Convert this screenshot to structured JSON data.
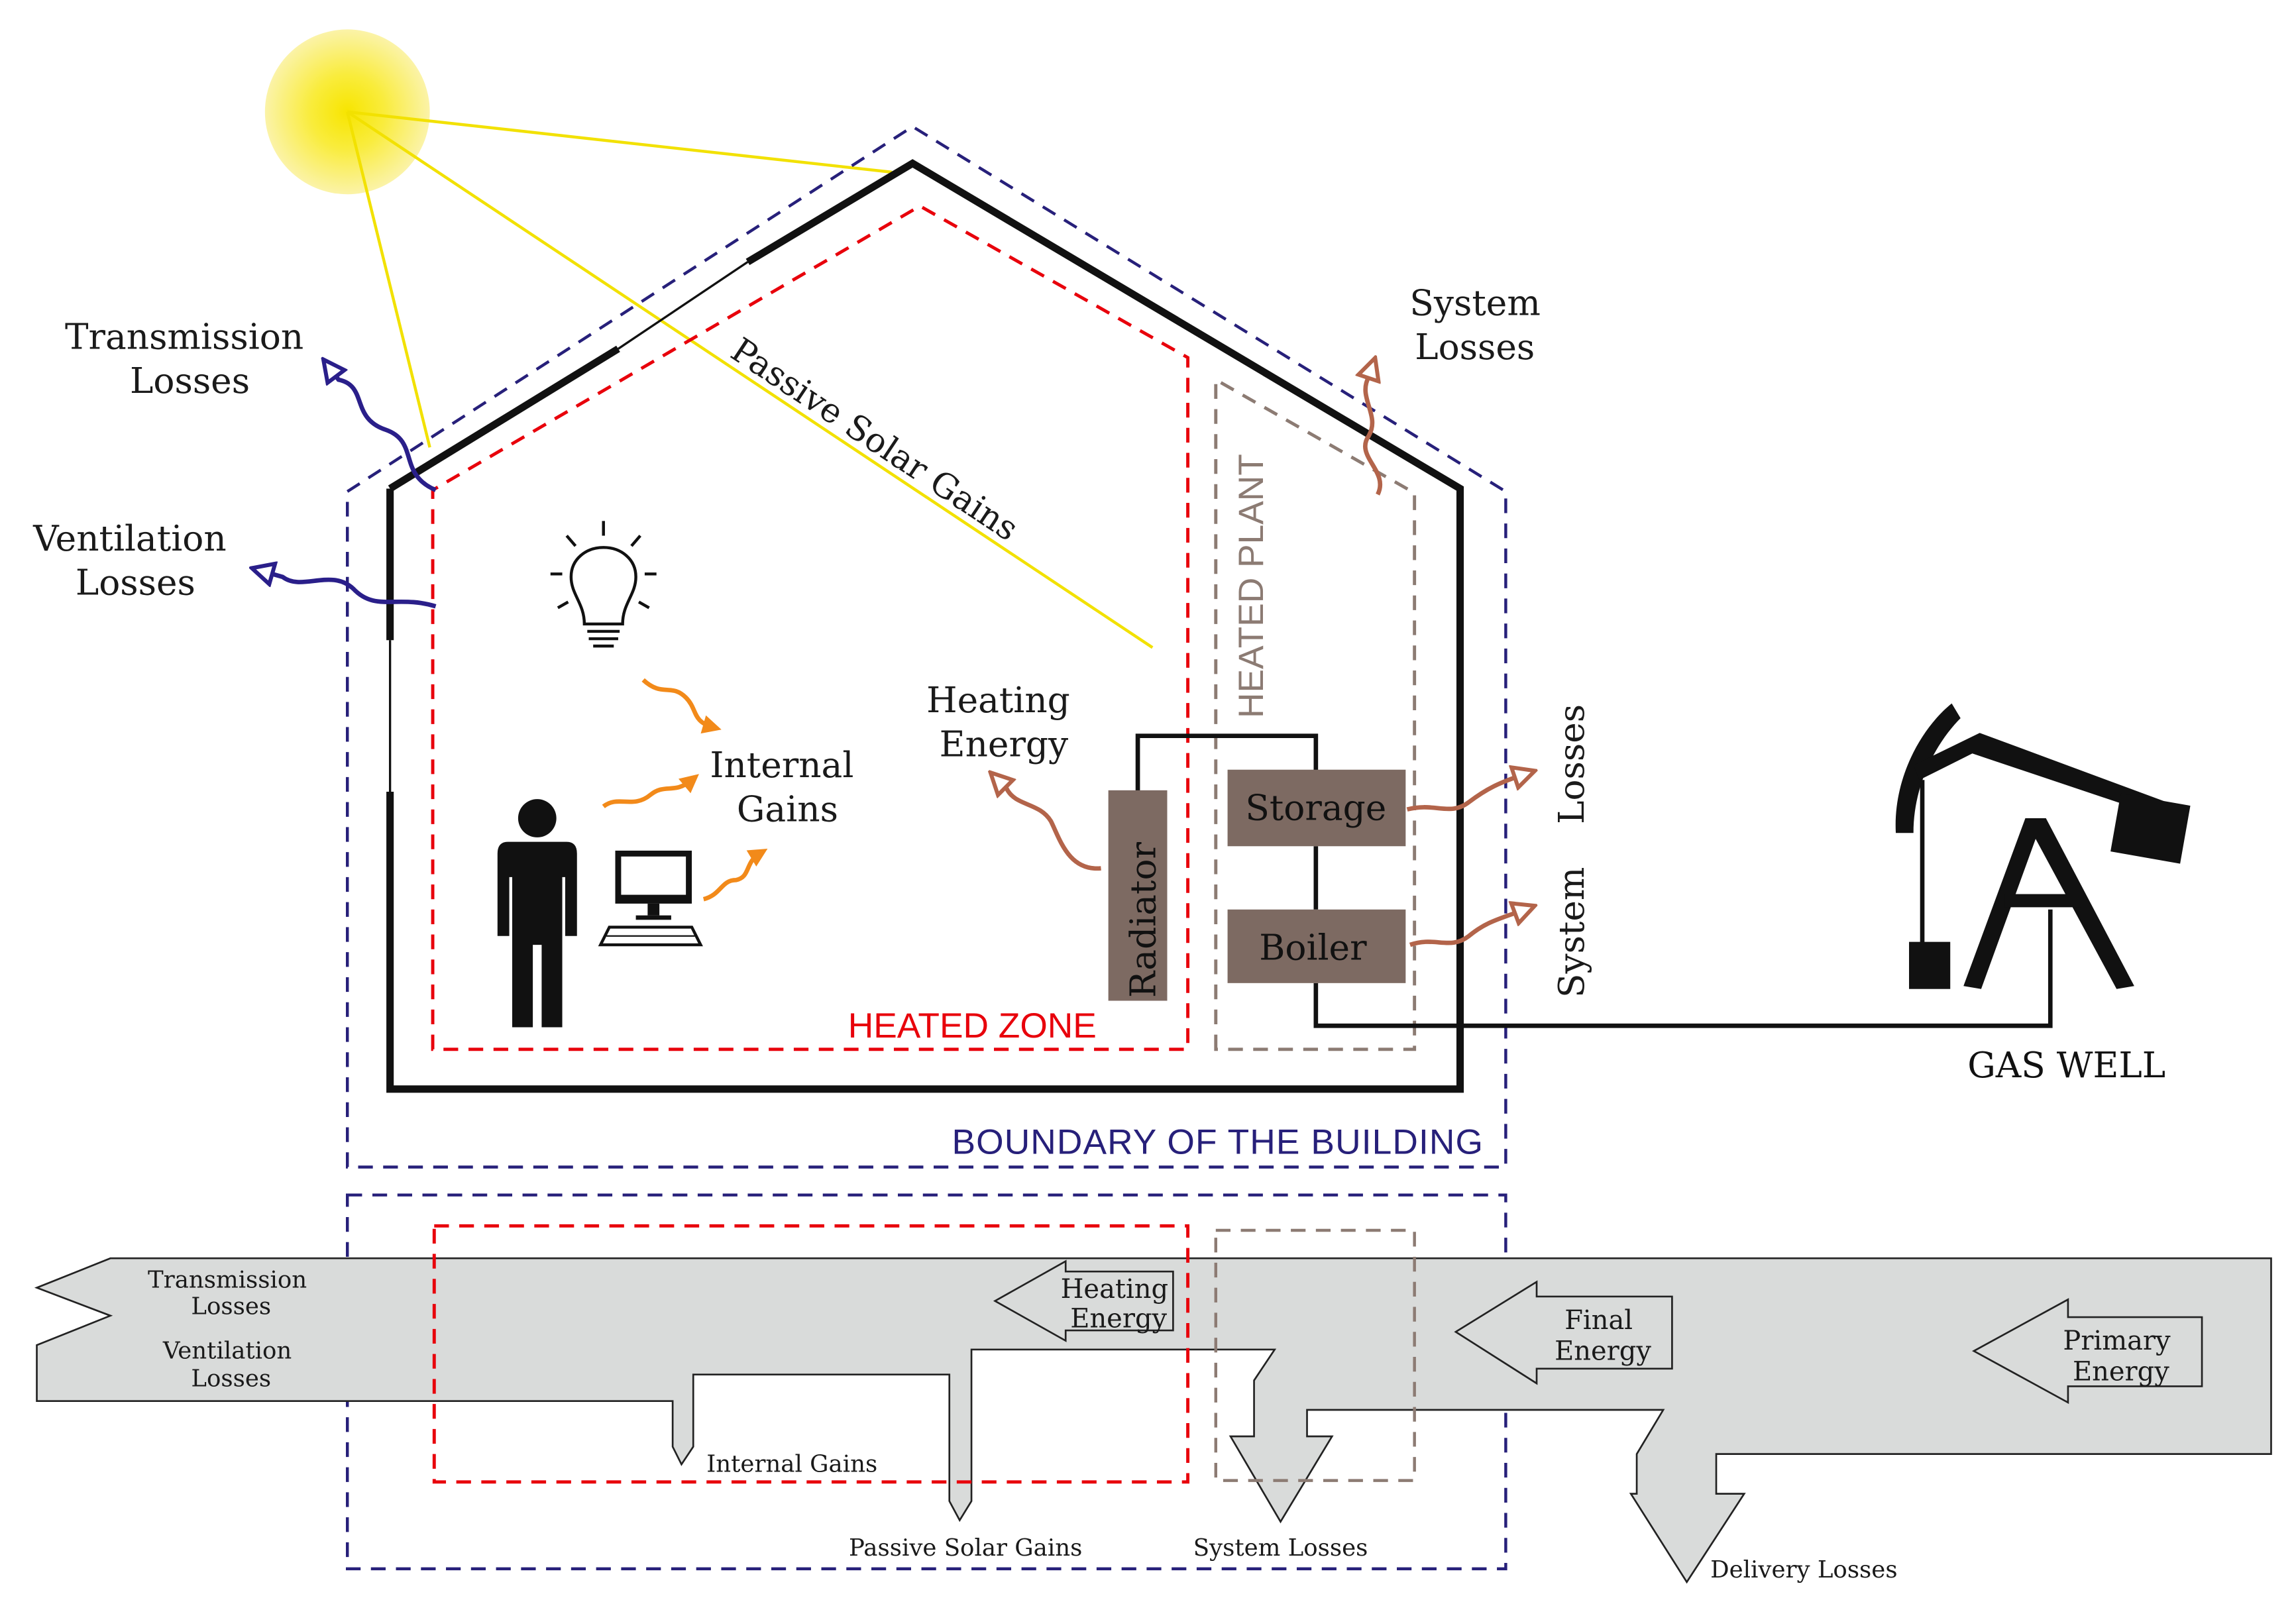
{
  "labels": {
    "transmission_losses": [
      "Transmission",
      "Losses"
    ],
    "ventilation_losses": [
      "Ventilation",
      "Losses"
    ],
    "passive_solar_gains": "Passive Solar Gains",
    "system_losses_top": [
      "System",
      "Losses"
    ],
    "heated_plant": "HEATED PLANT",
    "heating_energy": [
      "Heating",
      "Energy"
    ],
    "internal_gains": [
      "Internal",
      "Gains"
    ],
    "storage": "Storage",
    "boiler": "Boiler",
    "radiator": "Radiator",
    "system_losses_side": [
      "System",
      "Losses"
    ],
    "heated_zone": "HEATED ZONE",
    "boundary": "BOUNDARY OF THE BUILDING",
    "gas_well": "GAS WELL"
  },
  "flow": {
    "transmission_losses": [
      "Transmission",
      "Losses"
    ],
    "ventilation_losses": [
      "Ventilation",
      "Losses"
    ],
    "heating_energy": [
      "Heating",
      "Energy"
    ],
    "final_energy": [
      "Final",
      "Energy"
    ],
    "primary_energy": [
      "Primary",
      "Energy"
    ],
    "internal_gains": "Internal Gains",
    "passive_solar_gains": "Passive Solar Gains",
    "system_losses": "System Losses",
    "delivery_losses": "Delivery Losses"
  },
  "colors": {
    "heated_zone": "#e8000b",
    "heated_plant": "#8c7b73",
    "boundary": "#27207a",
    "brown_box": "#7d6a62",
    "sun": "#f7e40a",
    "internal_arrows": "#f28a1a",
    "system_arrows": "#b3644a",
    "loss_arrows": "#2a1f8a",
    "flow_fill": "#d9dbda"
  },
  "icons": [
    "sun-icon",
    "lightbulb-icon",
    "person-icon",
    "computer-icon",
    "pumpjack-icon"
  ]
}
